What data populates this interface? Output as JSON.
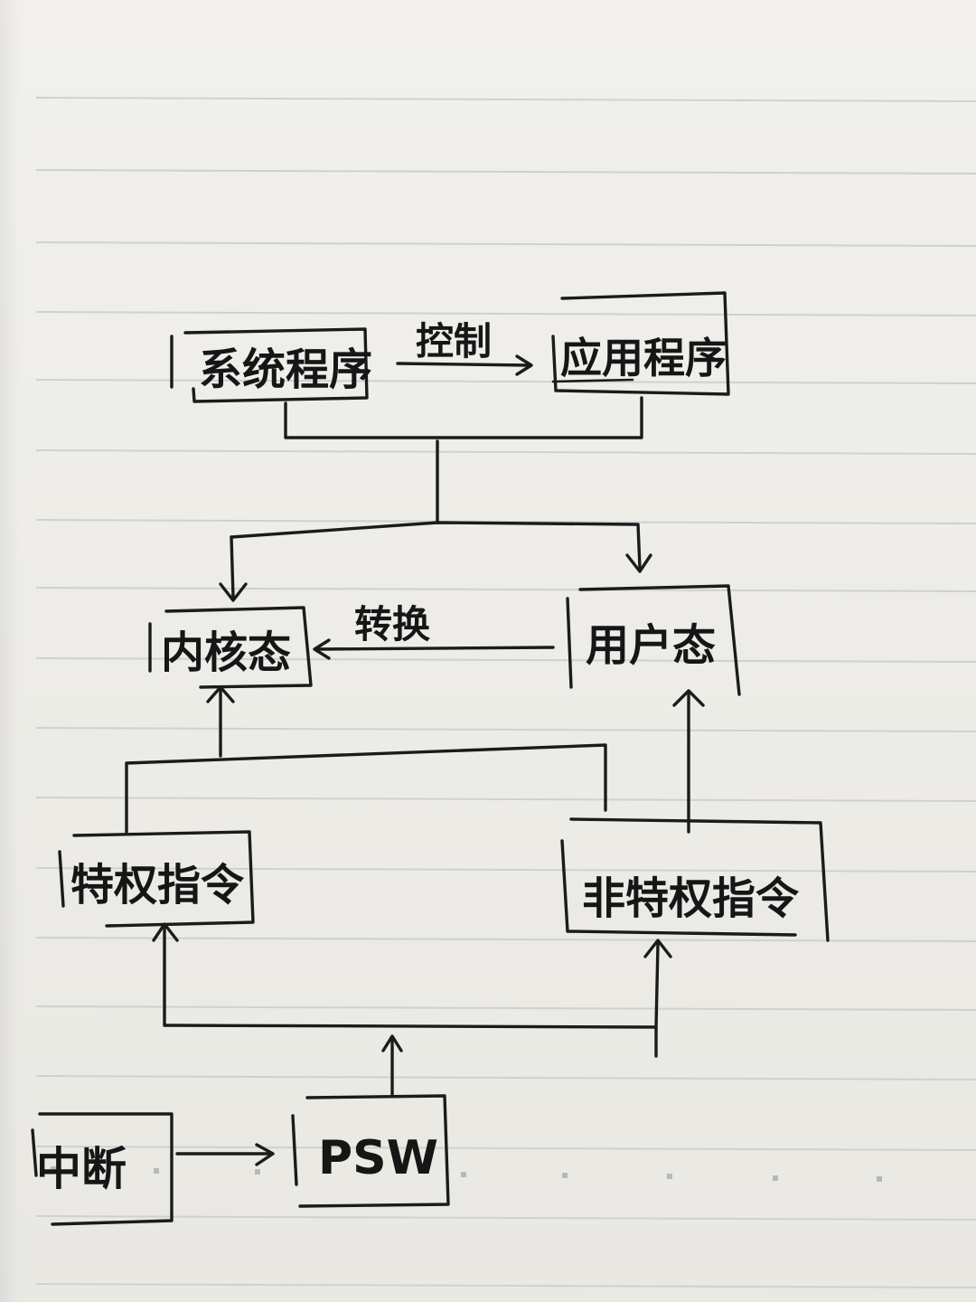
{
  "diagram": {
    "nodes": {
      "system_program": "系统程序",
      "app_program": "应用程序",
      "kernel_mode": "内核态",
      "user_mode": "用户态",
      "privileged_instr": "特权指令",
      "non_privileged_instr": "非特权指令",
      "interrupt": "中断",
      "psw": "PSW"
    },
    "edges": {
      "control": "控制",
      "switch": "转换"
    }
  },
  "colors": {
    "ink": "#1b1b1b",
    "paper": "#ecebe6",
    "rule_line": "#cfd0d3"
  }
}
